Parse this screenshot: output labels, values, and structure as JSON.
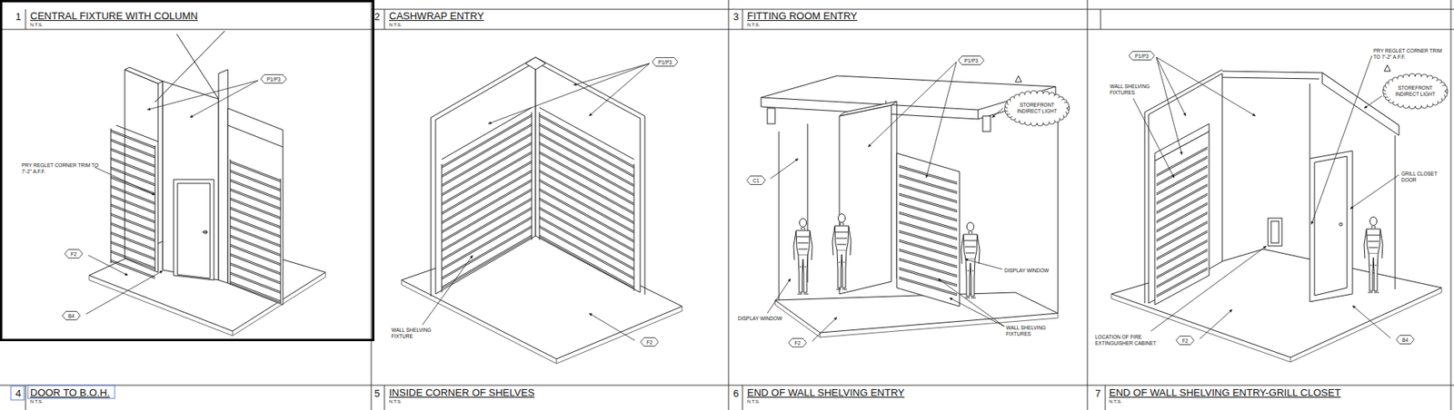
{
  "diagram": {
    "nodes": [
      {
        "text": [
          "P1/P3"
        ]
      },
      {
        "text": [
          "F2"
        ]
      },
      {
        "text": [
          "B4"
        ]
      },
      {
        "text": [
          "P1/P3"
        ]
      },
      {
        "text": [
          "F2"
        ]
      },
      {
        "text": [
          "P1/P3"
        ]
      },
      {
        "text": [
          "STOREFRONT INDIRECT LIGHT"
        ]
      },
      {
        "text": [
          "C1"
        ]
      },
      {
        "text": [
          "F2"
        ]
      },
      {
        "text": [
          "P1/P3"
        ]
      },
      {
        "text": [
          "STOREFRONT INDIRECT LIGHT"
        ]
      },
      {
        "text": [
          "F2"
        ]
      },
      {
        "text": [
          "B4"
        ]
      }
    ],
    "labels": [
      "1",
      "CENTRAL FIXTURE WITH COLUMN",
      "N.T.S.",
      "2",
      "CASHWRAP ENTRY",
      "N.T.S.",
      "3",
      "FITTING ROOM ENTRY",
      "N.T.S.",
      "PRY REGLET CORNER TRIM TO 7'-2\" A.F.F.",
      "WALL SHELVING FIXTURE",
      "DISPLAY WINDOW",
      "DISPLAY WINDOW",
      "WALL SHELVING FIXTURES",
      "WALL SHELVING FIXTURES",
      "PRY REGLET CORNER TRIM TO 7'-2\" A.F.F.",
      "GRILL CLOSET DOOR",
      "LOCATION OF FIRE EXTINGUISHER CABINET",
      "4",
      "DOOR TO B.O.H.",
      "N.T.S.",
      "5",
      "INSIDE CORNER OF SHELVES",
      "N.T.S.",
      "6",
      "END OF WALL SHELVING ENTRY",
      "N.T.S.",
      "7",
      "END OF WALL SHELVING ENTRY-GRILL CLOSET",
      "N.T.S."
    ]
  }
}
